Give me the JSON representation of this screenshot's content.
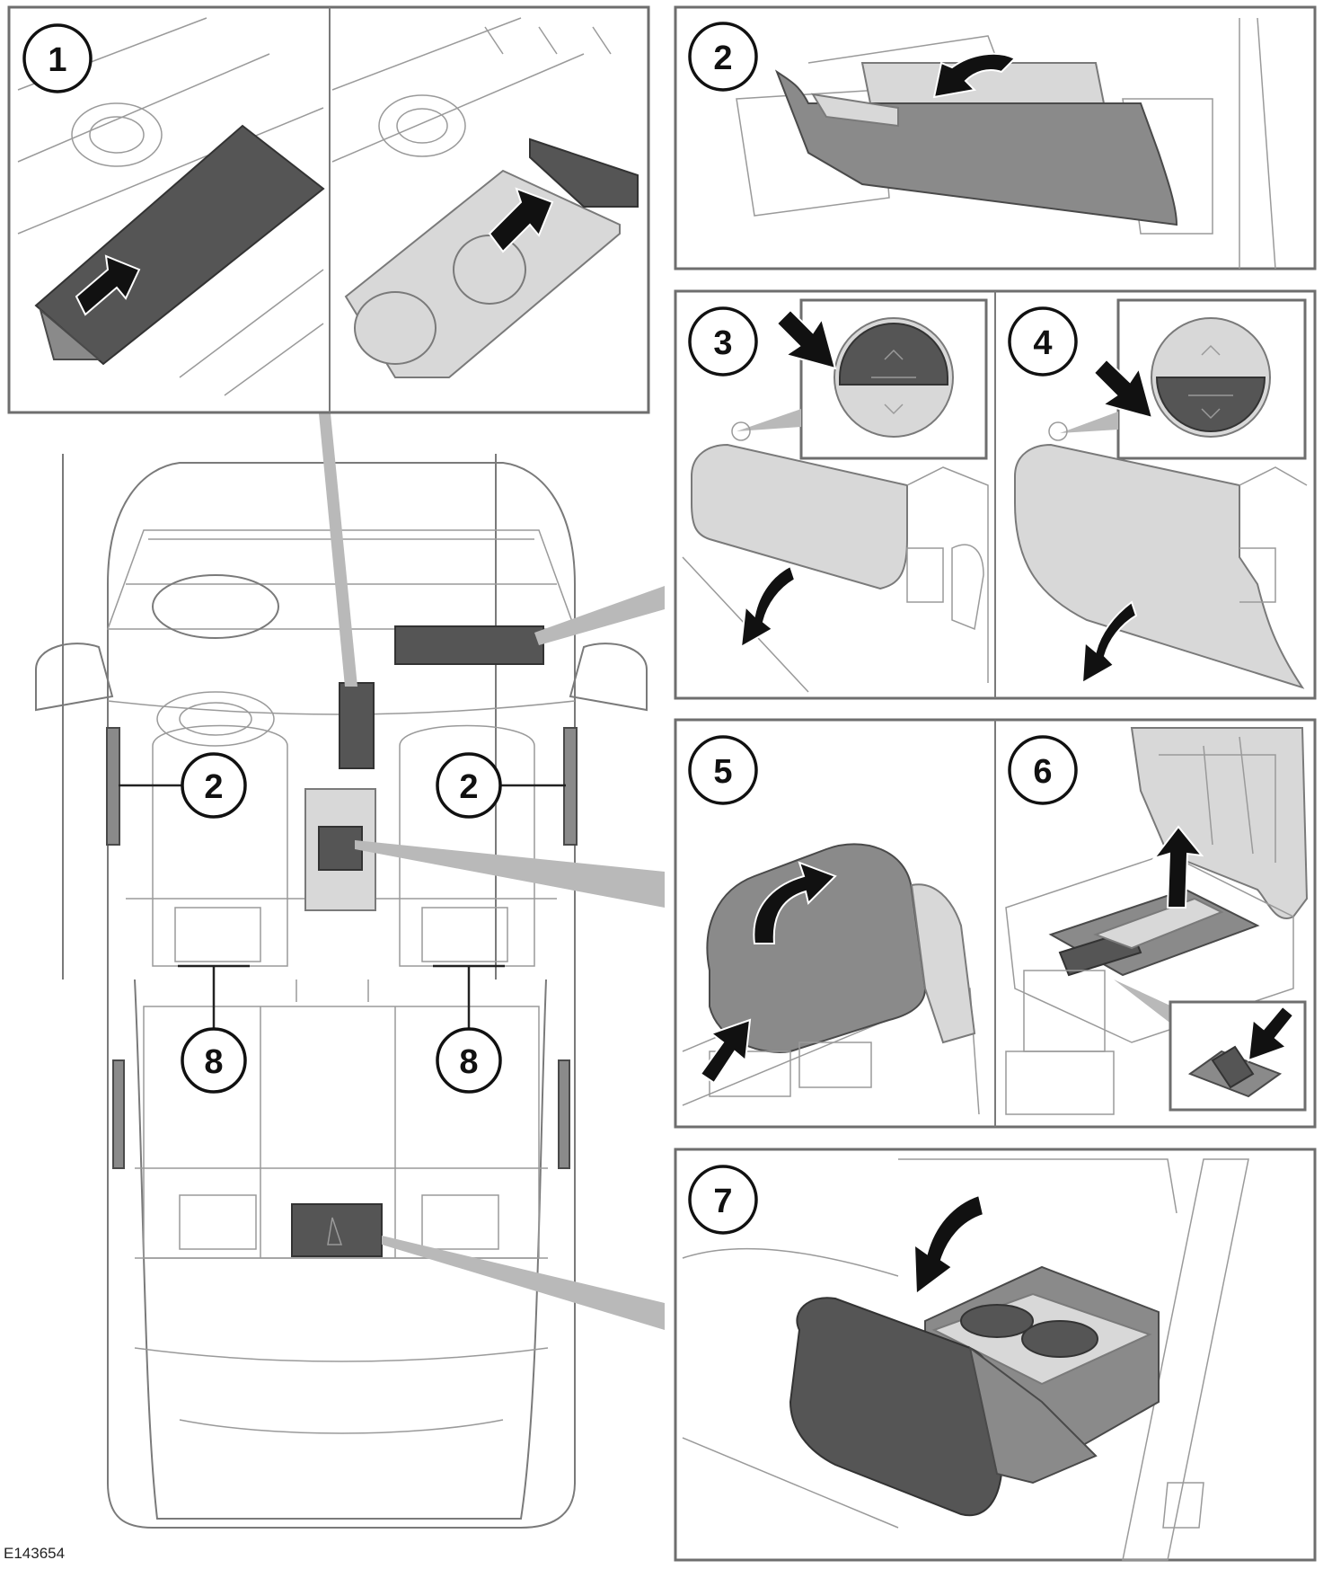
{
  "figure": {
    "reference_code": "E143654"
  },
  "panels": [
    {
      "id": "1",
      "label": "1"
    },
    {
      "id": "2",
      "label": "2"
    },
    {
      "id": "3",
      "label": "3"
    },
    {
      "id": "4",
      "label": "4"
    },
    {
      "id": "5",
      "label": "5"
    },
    {
      "id": "6",
      "label": "6"
    },
    {
      "id": "7",
      "label": "7"
    }
  ],
  "car_callouts": [
    {
      "id": "door-left",
      "label": "2"
    },
    {
      "id": "door-right",
      "label": "2"
    },
    {
      "id": "seat-left",
      "label": "8"
    },
    {
      "id": "seat-right",
      "label": "8"
    }
  ]
}
